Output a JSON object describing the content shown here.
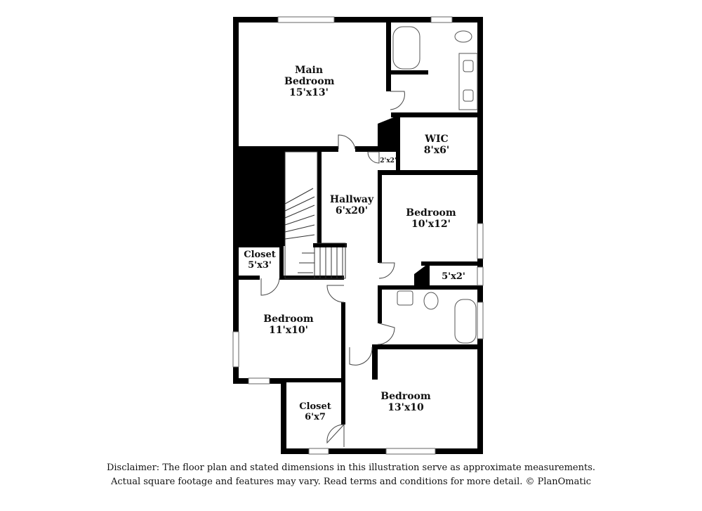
{
  "rooms": [
    {
      "id": "main-bedroom",
      "name": "Main Bedroom",
      "dims": "15'x13'"
    },
    {
      "id": "wic",
      "name": "WIC",
      "dims": "8'x6'"
    },
    {
      "id": "small-closet",
      "name": "",
      "dims": "2'x2'"
    },
    {
      "id": "hallway",
      "name": "Hallway",
      "dims": "6'x20'"
    },
    {
      "id": "bedroom-2",
      "name": "Bedroom",
      "dims": "10'x12'"
    },
    {
      "id": "closet-upper",
      "name": "Closet",
      "dims": "5'x3'"
    },
    {
      "id": "closet-right",
      "name": "",
      "dims": "5'x2'"
    },
    {
      "id": "bedroom-3",
      "name": "Bedroom",
      "dims": "11'x10'"
    },
    {
      "id": "closet-lower",
      "name": "Closet",
      "dims": "6'x7"
    },
    {
      "id": "bedroom-4",
      "name": "Bedroom",
      "dims": "13'x10"
    }
  ],
  "disclaimer": {
    "line1": "Disclaimer: The floor plan and stated dimensions in this illustration serve as approximate measurements.",
    "line2": "Actual square footage and features may vary. Read terms and conditions for more detail. © PlanOmatic"
  },
  "colors": {
    "wall": "#000000",
    "background": "#ffffff",
    "fixture": "#555555"
  }
}
